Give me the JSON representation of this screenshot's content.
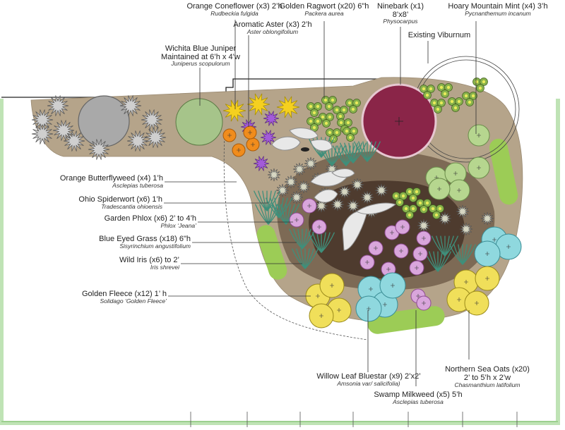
{
  "labels": {
    "orange_coneflower": {
      "name": "Orange Coneflower (x3) 2’h",
      "sci": "Rudbeckia fulgida"
    },
    "golden_ragwort": {
      "name": "Golden Ragwort (x20) 6\"h",
      "sci": "Packera aurea"
    },
    "ninebark": {
      "name": "Ninebark (x1)",
      "size": "8’x8’",
      "sci": "Physocarpus"
    },
    "hoary_mint": {
      "name": "Hoary Mountain Mint (x4) 3’h",
      "sci": "Pycnanthemum incanum"
    },
    "aromatic_aster": {
      "name": "Aromatic Aster (x3) 2’h",
      "sci": "Aster oblongifolium"
    },
    "existing_viburnum": {
      "name": "Existing Viburnum"
    },
    "juniper": {
      "name": "Wichita Blue Juniper",
      "name2": "Maintained at 6’h x 4’w",
      "sci": "Juniperus scopulorum"
    },
    "butterflyweed": {
      "name": "Orange Butterflyweed (x4) 1’h",
      "sci": "Asclepias tuberosa"
    },
    "spiderwort": {
      "name": "Ohio Spiderwort (x6) 1’h",
      "sci": "Tradescantia ohioensis"
    },
    "phlox": {
      "name": "Garden Phlox (x6) 2’ to 4’h",
      "sci": "Phlox ‘Jeana’"
    },
    "blue_eyed_grass": {
      "name": "Blue Eyed Grass (x18) 6\"h",
      "sci": "Sisyrinchium angustifolium"
    },
    "wild_iris": {
      "name": "Wild Iris (x6) to 2’",
      "sci": "Iris shrevei"
    },
    "golden_fleece": {
      "name": "Golden Fleece (x12) 1’ h",
      "sci": "Solidago ‘Golden Fleece’"
    },
    "willow_bluestar": {
      "name": "Willow Leaf Bluestar (x9) 2’x2’",
      "sci": "Amsonia var/ salicifolia)"
    },
    "sea_oats": {
      "name": "Northern Sea Oats (x20)",
      "name2": "2’ to 5’h x 2’w",
      "sci": "Chasmanthium latifolium"
    },
    "swamp_milkweed": {
      "name": "Swamp Milkweed (x5) 5’h",
      "sci": "Asclepias tuberosa"
    }
  },
  "colors": {
    "bed": "#b5a48a",
    "inner_bed": "#7d6a55",
    "soil": "#4e3b2e",
    "lawn_edge": "#bfe3b5",
    "ninebark": "#8a2548",
    "juniper": "#a6c48a",
    "aster": "#a35bd9",
    "coneflower": "#f5d020",
    "butterflyweed": "#f08c1c",
    "phlox": "#d9a6dc",
    "bluestar": "#8fd8de",
    "fleece": "#f0df5a",
    "mint": "#b6d68f",
    "sea_oats": "#9ccc56",
    "ragwort_leaf": "#88b24c"
  }
}
